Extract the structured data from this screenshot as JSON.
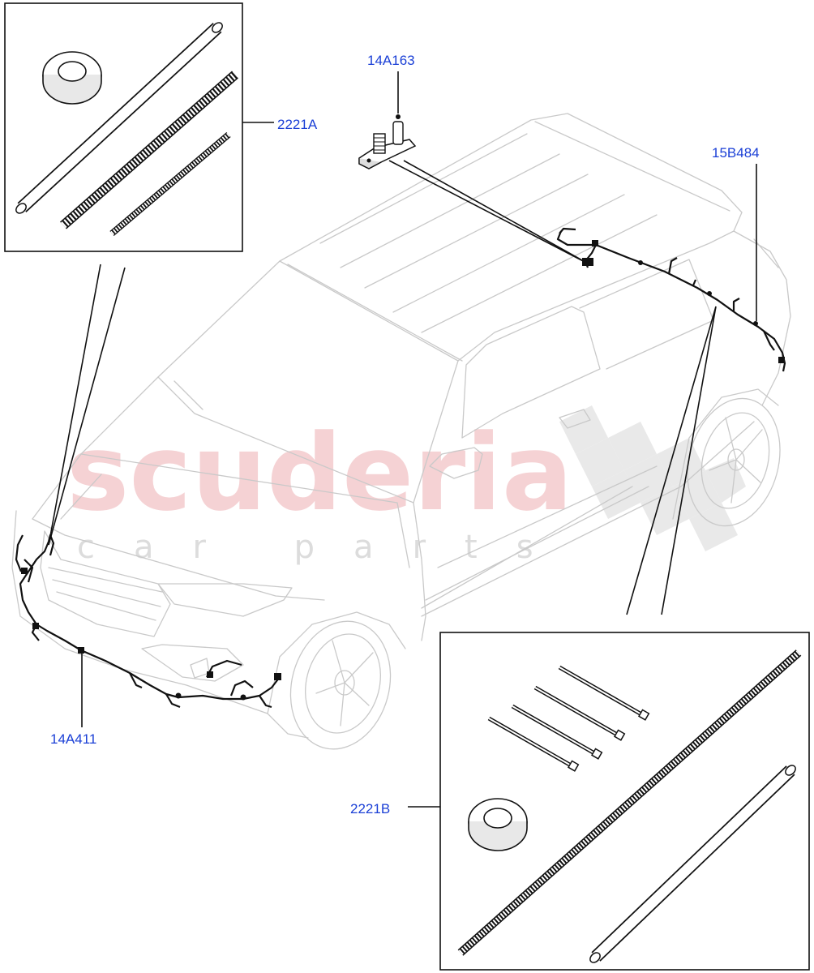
{
  "watermark": {
    "main": "scuderia",
    "sub": "car parts"
  },
  "callouts": {
    "kit_a": "2221A",
    "roof_antenna": "14A163",
    "rear_harness": "15B484",
    "front_harness": "14A411",
    "kit_b": "2221B"
  },
  "colors": {
    "callout_text": "#1a3fd6",
    "line_art": "#111111",
    "vehicle_outline": "#c9c9c9",
    "watermark": "#f2c3c6"
  }
}
